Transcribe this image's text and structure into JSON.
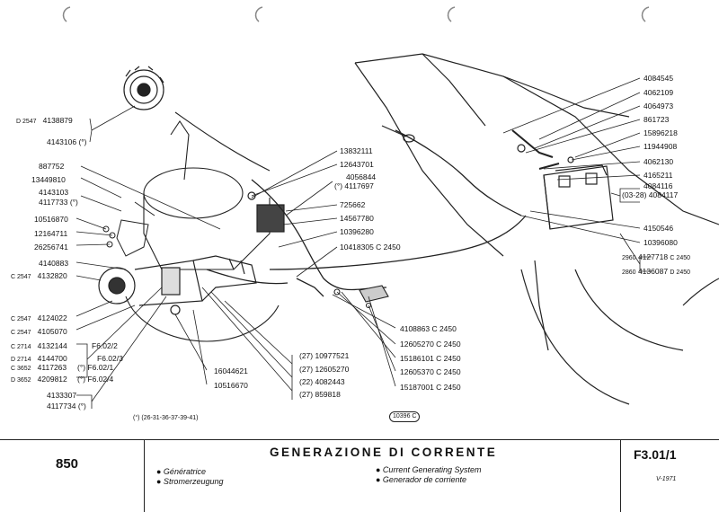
{
  "labels_left": [
    {
      "prefix": "D 2547",
      "code": "4138879"
    },
    {
      "prefix": "",
      "code": "4143106 (°)"
    },
    {
      "prefix": "",
      "code": "887752"
    },
    {
      "prefix": "",
      "code": "13449810"
    },
    {
      "prefix": "",
      "code": "4143103"
    },
    {
      "prefix": "",
      "code": "4117733 (°)"
    },
    {
      "prefix": "",
      "code": "10516870"
    },
    {
      "prefix": "",
      "code": "12164711"
    },
    {
      "prefix": "",
      "code": "26256741"
    },
    {
      "prefix": "",
      "code": "4140883"
    },
    {
      "prefix": "C 2547",
      "code": "4132820"
    },
    {
      "prefix": "C 2547",
      "code": "4124022"
    },
    {
      "prefix": "C 2547",
      "code": "4105070"
    },
    {
      "prefix": "C 2714",
      "code": "4132144"
    },
    {
      "prefix": "D 2714",
      "code": "4144700"
    },
    {
      "prefix": "C 3652",
      "code": "4117263"
    },
    {
      "prefix": "D 3652",
      "code": "4209812"
    },
    {
      "prefix": "",
      "code": "4133307"
    },
    {
      "prefix": "",
      "code": "4117734 (°)"
    }
  ],
  "f_refs": [
    "F6.02/2",
    "F6.02/3",
    "(°) F6.02/1",
    "(°) F6.02/4"
  ],
  "labels_mid": [
    "13832111",
    "12643701",
    "4056844",
    "(°) 4117697",
    "725662",
    "14567780",
    "10396280",
    "10418305 C 2450"
  ],
  "labels_bottom_mid": [
    "16044621",
    "10516670",
    "(27) 10977521",
    "(27) 12605270",
    "(22) 4082443",
    "(27) 859818"
  ],
  "labels_bottom_right": [
    "4108863 C 2450",
    "12605270 C 2450",
    "15186101 C 2450",
    "12605370 C 2450",
    "15187001 C 2450"
  ],
  "labels_right": [
    "4084545",
    "4062109",
    "4064973",
    "861723",
    "15896218",
    "11944908",
    "4062130",
    "4165211",
    "4084116",
    "(03-28) 4084117",
    "4150546",
    "10396080"
  ],
  "labels_right_bottom": [
    {
      "prefix": "2960",
      "code": "4127718",
      "suffix": "C 2450"
    },
    {
      "prefix": "2860",
      "code": "4136087",
      "suffix": "D 2450"
    }
  ],
  "footnote": "(°) (26-31-36-37-39-41)",
  "stamp": "10396 C",
  "footer": {
    "model": "850",
    "title": "GENERAZIONE DI CORRENTE",
    "items_left": [
      "● Génératrice",
      "● Stromerzeugung"
    ],
    "items_right": [
      "● Current Generating System",
      "● Generador de corriente"
    ],
    "page": "F3.01/1",
    "date": "V-1971"
  }
}
